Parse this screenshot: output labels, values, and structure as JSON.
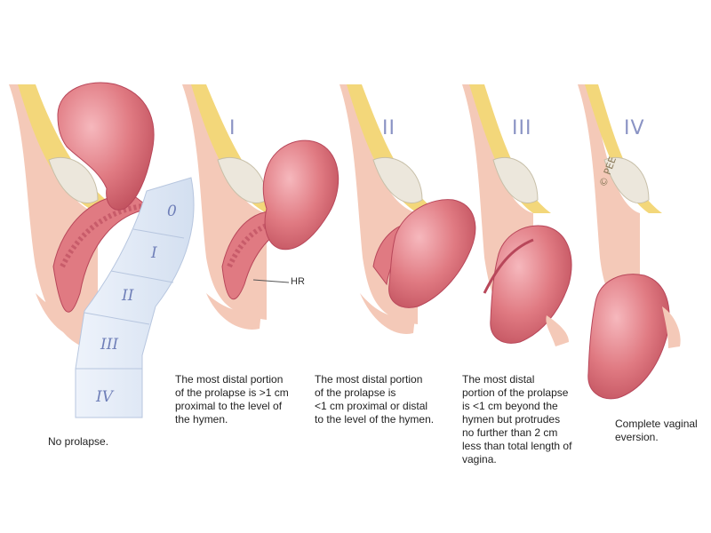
{
  "diagram": {
    "stages": [
      {
        "label": "I"
      },
      {
        "label": "II"
      },
      {
        "label": "III"
      },
      {
        "label": "IV"
      }
    ],
    "scale_labels": [
      "0",
      "I",
      "II",
      "III",
      "IV"
    ],
    "annotation": "HR",
    "copyright": "© PEE",
    "captions": [
      "No prolapse.",
      "The most distal portion\nof the prolapse is >1 cm\nproximal to the level of\nthe hymen.",
      "The most distal portion\nof the prolapse is\n<1 cm proximal or distal\nto the level of the hymen.",
      "The most distal\nportion of the prolapse\nis <1 cm beyond the\nhymen but protrudes\nno further than 2 cm\nless than total length of\nvagina.",
      "Complete vaginal\neversion."
    ],
    "colors": {
      "tissue": "#e07a82",
      "tissue_dark": "#c2505e",
      "tissue_light": "#f2a7ad",
      "fat": "#f3d77a",
      "skin": "#f4c9b8",
      "bone": "#ece7dc",
      "scale": "#dfe8f5",
      "label": "#8a93c4"
    }
  }
}
